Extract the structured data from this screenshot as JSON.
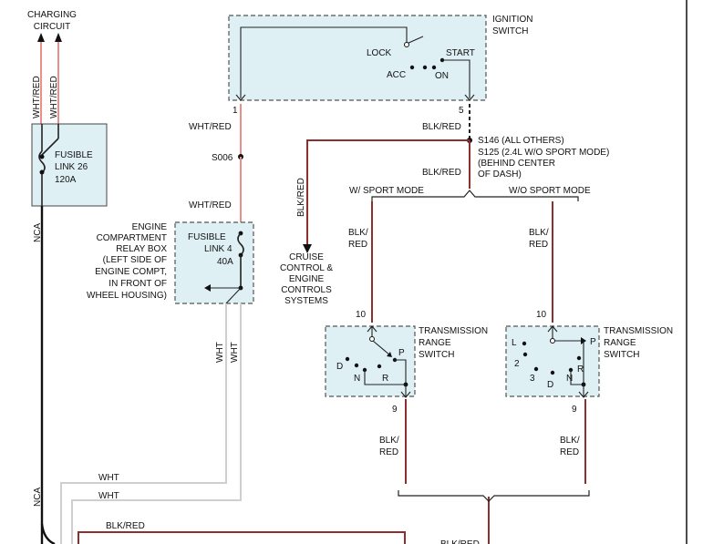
{
  "labels": {
    "charging_circuit": [
      "CHARGING",
      "CIRCUIT"
    ],
    "wht_red_vertical": "WHT/RED",
    "fusible_link_26": [
      "FUSIBLE",
      "LINK 26",
      "120A"
    ],
    "nca": "NCA",
    "ignition_switch": [
      "IGNITION",
      "SWITCH"
    ],
    "lock": "LOCK",
    "start": "START",
    "acc": "ACC",
    "on": "ON",
    "pin_1": "1",
    "pin_5": "5",
    "wht_red": "WHT/RED",
    "blk_red": "BLK/RED",
    "s006": "S006",
    "s146": "S146 (ALL OTHERS)",
    "s125": [
      "S125 (2.4L W/O SPORT MODE)",
      "(BEHIND CENTER",
      "OF DASH)"
    ],
    "w_sport_mode": "W/ SPORT MODE",
    "wo_sport_mode": "W/O SPORT MODE",
    "blk_red_vertical": "BLK/RED",
    "cruise": [
      "CRUISE",
      "CONTROL &",
      "ENGINE",
      "CONTROLS",
      "SYSTEMS"
    ],
    "relay_box": [
      "ENGINE",
      "COMPARTMENT",
      "RELAY BOX",
      "(LEFT SIDE OF",
      "ENGINE COMPT,",
      "IN FRONT OF",
      "WHEEL HOUSING)"
    ],
    "fusible_link_4": [
      "FUSIBLE",
      "LINK 4",
      "40A"
    ],
    "wht": "WHT",
    "blk_slash": "BLK/",
    "red": "RED",
    "pin_10": "10",
    "pin_9": "9",
    "trs": [
      "TRANSMISSION",
      "RANGE",
      "SWITCH"
    ],
    "p": "P",
    "d": "D",
    "n": "N",
    "r": "R",
    "l": "L",
    "two": "2",
    "three": "3"
  },
  "colors": {
    "wire_wht_red": "#e98f8a",
    "wire_blk_red": "#8b2f2f",
    "wire_wht": "#cfcfcf",
    "wire_blk": "#111111",
    "box_fill": "#dff0f5"
  }
}
